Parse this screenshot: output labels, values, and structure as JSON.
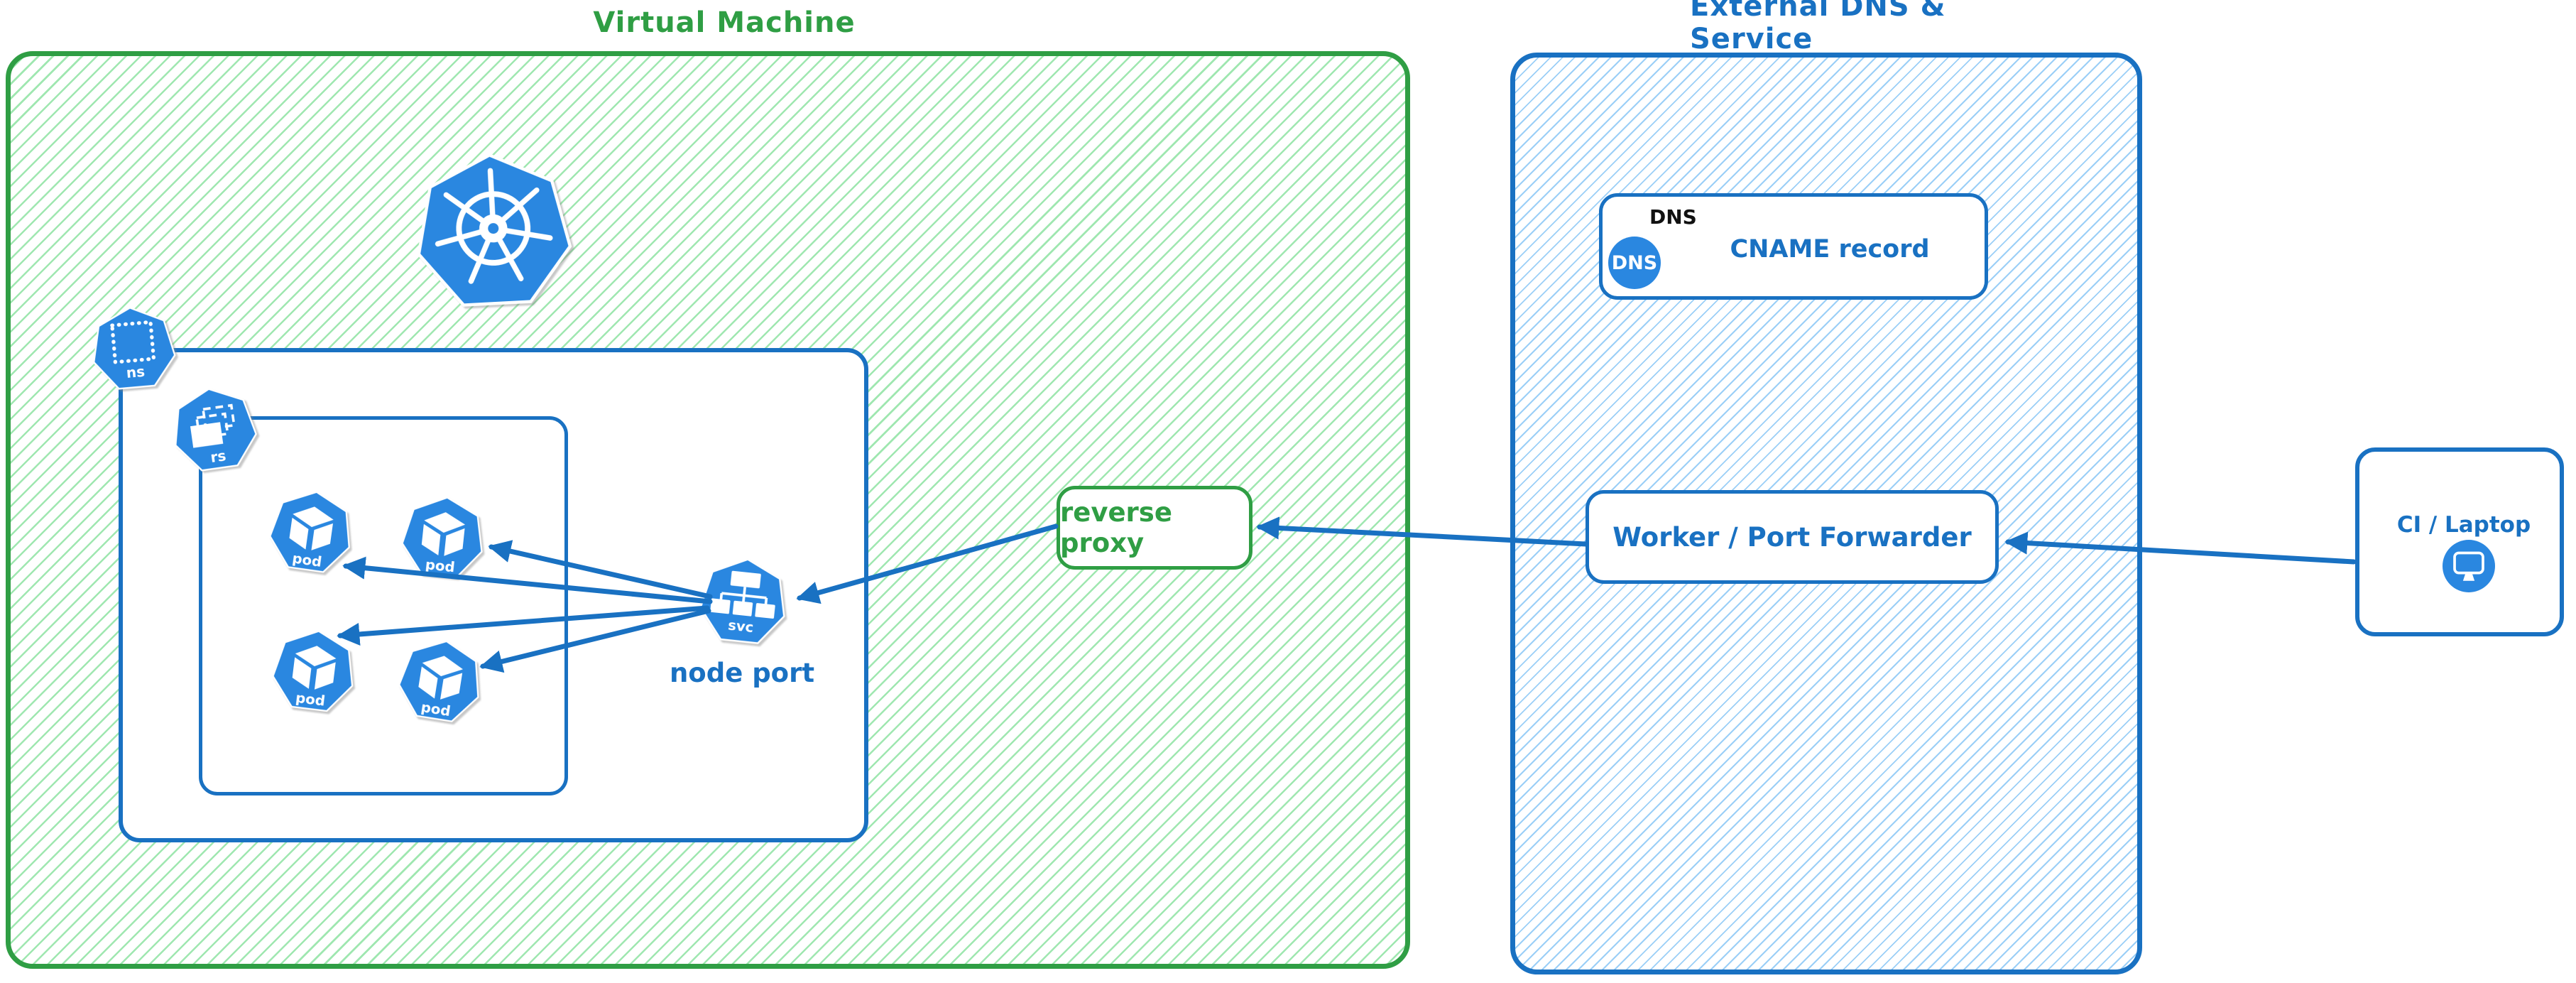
{
  "diagram": {
    "vm": {
      "title": "Virtual Machine",
      "reverse_proxy_label": "reverse proxy",
      "node_port_label": "node port",
      "icons": {
        "kubernetes": "kubernetes-logo",
        "namespace": "ns",
        "replicaset": "rs",
        "pod": "pod",
        "service": "svc"
      }
    },
    "external": {
      "title": "External DNS & Service",
      "dns_type_label": "DNS",
      "dns_badge": "DNS",
      "cname_label": "CNAME record",
      "worker_label": "Worker / Port Forwarder"
    },
    "ci": {
      "label": "CI / Laptop"
    },
    "colors": {
      "green_stroke": "#2f9e44",
      "green_hatch": "#9fe7b0",
      "blue_stroke": "#1971c2",
      "blue_hatch": "#9bcff7",
      "icon_blue": "#2a87e0",
      "dns_text_black": "#111111"
    }
  }
}
